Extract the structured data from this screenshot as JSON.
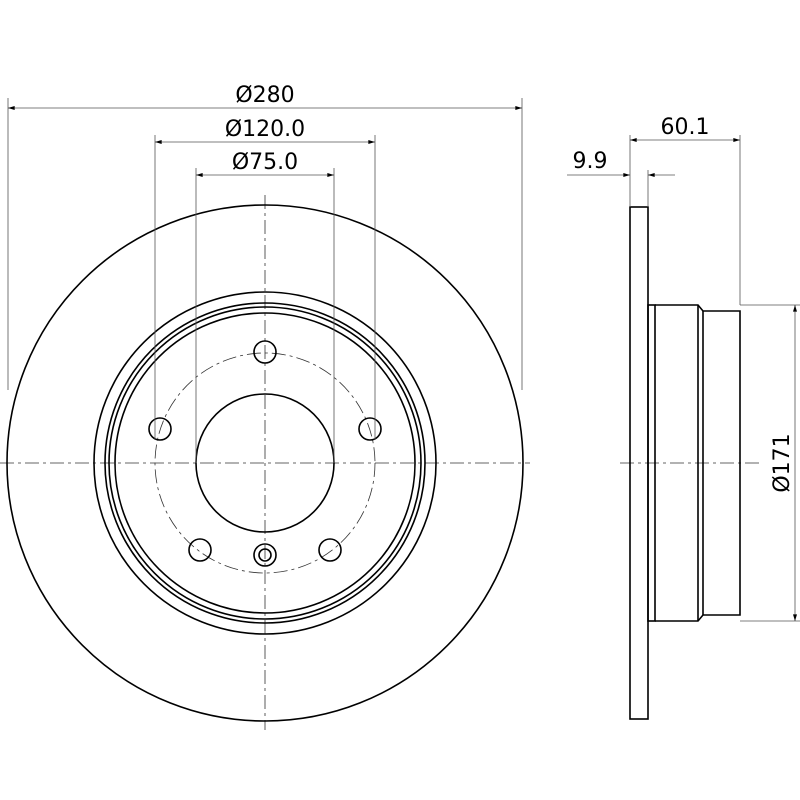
{
  "title": "Brake disc technical drawing",
  "dimensions": {
    "outer_diameter": "Ø280",
    "centering_diameter": "Ø120.0",
    "bore_diameter": "Ø75.0",
    "disc_thickness": "9.9",
    "total_height": "60.1",
    "hub_diameter": "Ø171"
  },
  "bolt_holes": 5,
  "colors": {
    "line": "#000000",
    "background": "#ffffff"
  }
}
